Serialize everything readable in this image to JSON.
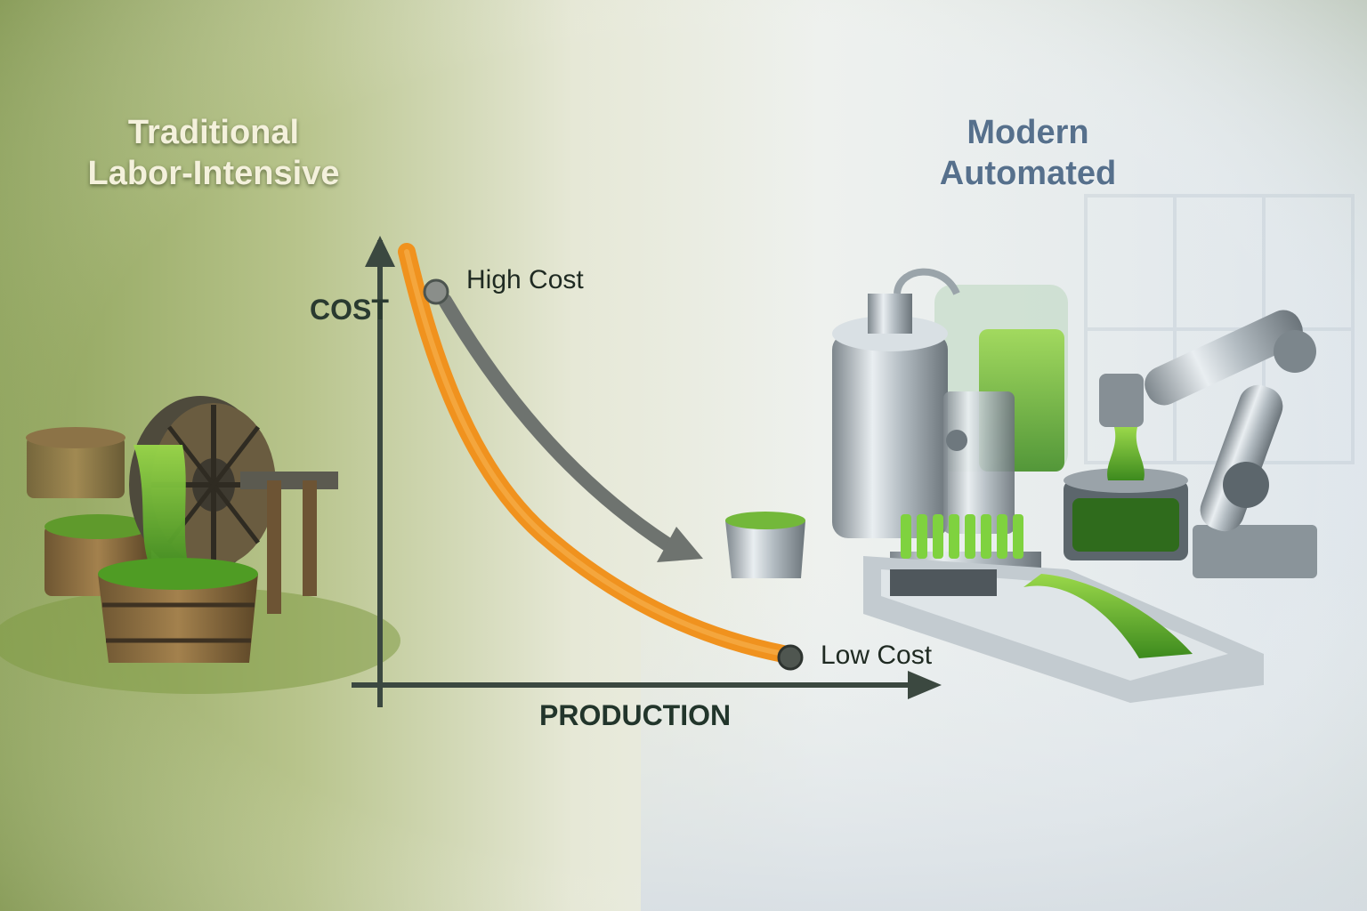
{
  "headings": {
    "left": [
      "Traditional",
      "Labor-Intensive"
    ],
    "right": [
      "Modern",
      "Automated"
    ]
  },
  "axes": {
    "y_label": "COST",
    "x_label": "PRODUCTION"
  },
  "annotations": {
    "start": "High Cost",
    "end": "Low Cost"
  },
  "colors": {
    "cost_curve": "#f0921e",
    "trend_arrow": "#6e736f",
    "axis": "#3b4840",
    "heading_left": "#f4f1dc",
    "heading_right": "#56708c",
    "algae": "#5cae2e"
  },
  "illustrations": {
    "left": "wooden-water-wheel-with-algae-tubs",
    "right": "stainless-bioreactor-with-robot-arm-and-conveyor"
  }
}
